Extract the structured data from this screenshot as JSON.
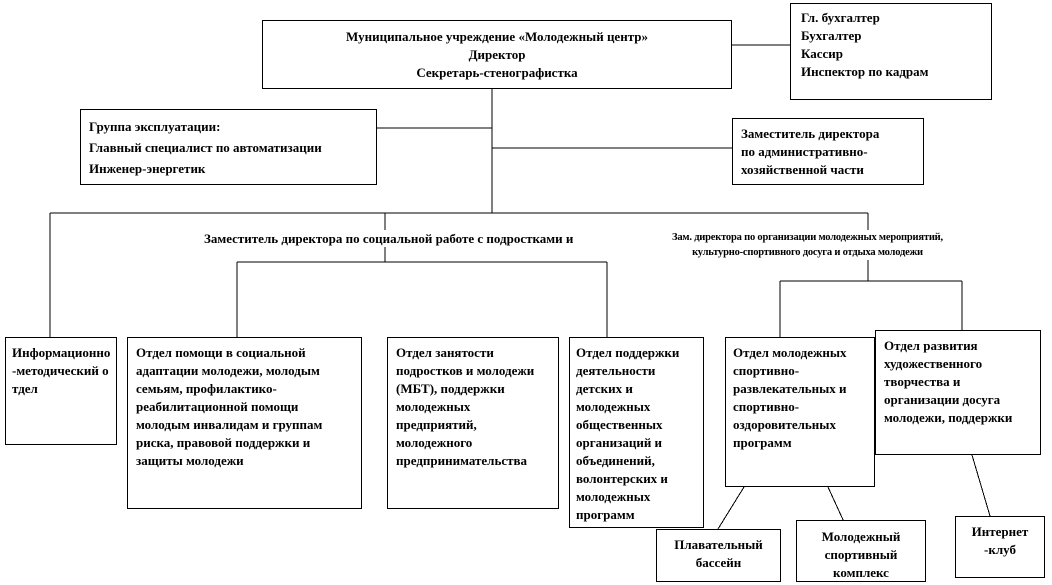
{
  "org_chart": {
    "director_box": {
      "lines": [
        "Муниципальное учреждение «Молодежный центр»",
        "Директор",
        "Секретарь-стенографистка"
      ]
    },
    "accounting_box": {
      "lines": [
        "Гл. бухгалтер",
        "Бухгалтер",
        "Кассир",
        "Инспектор по кадрам"
      ]
    },
    "operations_box": {
      "lines": [
        "Группа эксплуатации:",
        "Главный специалист по автоматизации",
        "Инженер-энергетик"
      ]
    },
    "admin_deputy_box": {
      "lines": [
        "Заместитель директора",
        "по административно-",
        "хозяйственной части"
      ]
    },
    "social_deputy_label": "Заместитель директора по социальной работе с подростками и",
    "events_deputy_label": {
      "lines": [
        "Зам. директора по организации молодежных мероприятий,",
        "культурно-спортивного досуга и отдыха молодежи"
      ]
    },
    "info_dept": {
      "text": "Информационно-методический отдел"
    },
    "social_help_dept": {
      "text": "Отдел помощи в социальной адаптации молодежи, молодым семьям, профилактико-реабилитационной помощи молодым инвалидам и группам риска, правовой поддержки и защиты молодежи"
    },
    "employment_dept": {
      "text": "Отдел занятости подростков и молодежи (МБТ), поддержки молодежных предприятий, молодежного предпринимательства"
    },
    "support_dept": {
      "text": "Отдел поддержки деятельности детских и молодежных общественных организаций и объединений, волонтерских и молодежных программ"
    },
    "sports_dept": {
      "text": "Отдел молодежных спортивно-развлекательных и спортивно-оздоровительных программ"
    },
    "arts_dept": {
      "text": "Отдел развития художественного творчества и организации досуга молодежи, поддержки"
    },
    "pool_box": {
      "lines": [
        "Плавательный",
        "бассейн"
      ]
    },
    "sports_complex_box": {
      "lines": [
        "Молодежный",
        "спортивный",
        "комплекс"
      ]
    },
    "internet_club_box": {
      "lines": [
        "Интернет",
        "-клуб"
      ]
    }
  }
}
